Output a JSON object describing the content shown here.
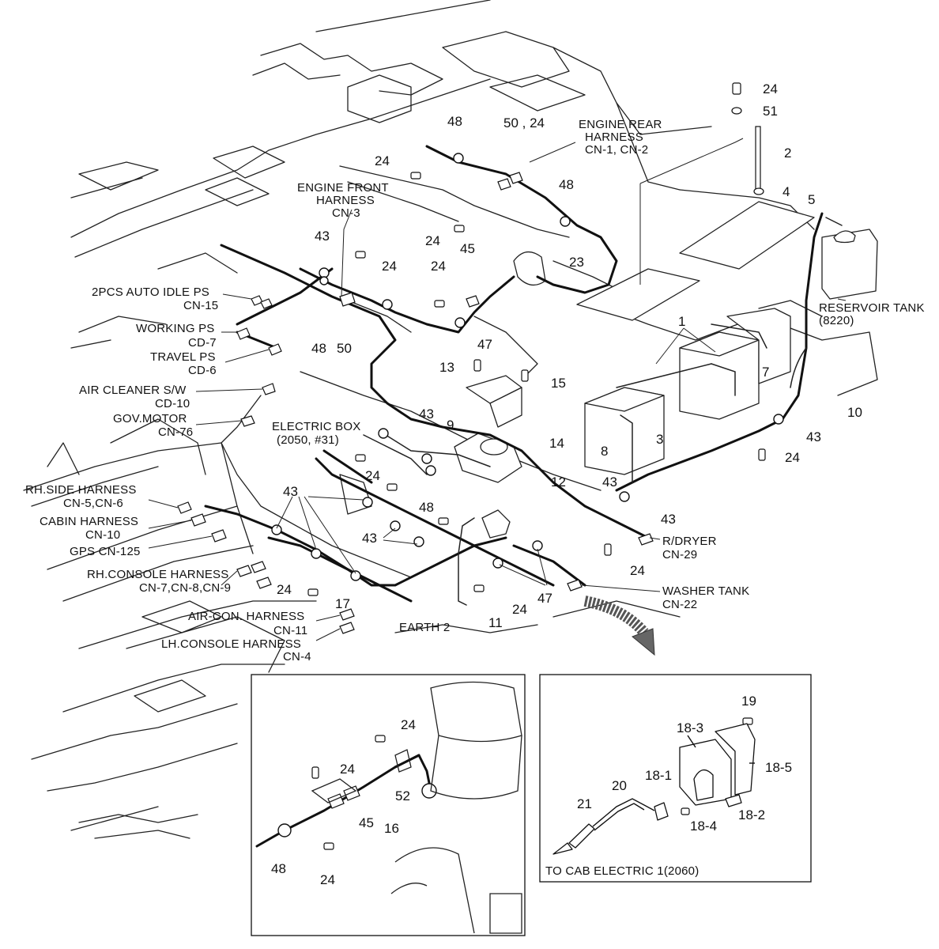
{
  "diagram": {
    "labels": {
      "engine_rear_harness": "ENGINE REAR",
      "engine_rear_harness_2": "HARNESS",
      "engine_rear_harness_3": "CN-1, CN-2",
      "engine_front_harness": "ENGINE FRONT",
      "engine_front_harness_2": "HARNESS",
      "engine_front_harness_3": "CN-3",
      "auto_idle_ps": "2PCS AUTO IDLE PS",
      "auto_idle_ps_2": "CN-15",
      "working_ps": "WORKING PS",
      "working_ps_2": "CD-7",
      "travel_ps": "TRAVEL PS",
      "travel_ps_2": "CD-6",
      "air_cleaner": "AIR CLEANER S/W",
      "air_cleaner_2": "CD-10",
      "gov_motor": "GOV.MOTOR",
      "gov_motor_2": "CN-76",
      "electric_box": "ELECTRIC BOX",
      "electric_box_2": "(2050, #31)",
      "rh_side_harness": "RH.SIDE HARNESS",
      "rh_side_harness_2": "CN-5,CN-6",
      "cabin_harness": "CABIN HARNESS",
      "cabin_harness_2": "CN-10",
      "gps": "GPS CN-125",
      "rh_console": "RH.CONSOLE HARNESS",
      "rh_console_2": "CN-7,CN-8,CN-9",
      "air_con": "AIR-CON. HARNESS",
      "air_con_2": "CN-11",
      "lh_console": "LH.CONSOLE HARNESS",
      "lh_console_2": "CN-4",
      "earth": "EARTH 2",
      "reservoir_tank": "RESERVOIR TANK",
      "reservoir_tank_2": "(8220)",
      "rdryer": "R/DRYER",
      "rdryer_2": "CN-29",
      "washer_tank": "WASHER TANK",
      "washer_tank_2": "CN-22",
      "to_cab": "TO CAB ELECTRIC 1(2060)"
    },
    "part_numbers": {
      "n24a": "24",
      "n51": "51",
      "n2": "2",
      "n4": "4",
      "n5": "5",
      "n48a": "48",
      "n5024": "50 , 24",
      "n24b": "24",
      "n48b": "48",
      "n24c": "24",
      "n43a": "43",
      "n24d": "24",
      "n24e": "24",
      "n45a": "45",
      "n23": "23",
      "n48c": "48",
      "n50": "50",
      "n47a": "47",
      "n1": "1",
      "n13": "13",
      "n15": "15",
      "n7": "7",
      "n10": "10",
      "n43b": "43",
      "n9": "9",
      "n14": "14",
      "n3": "3",
      "n8": "8",
      "n43c": "43",
      "n24f": "24",
      "n24g": "24",
      "n12": "12",
      "n48d": "48",
      "n43d": "43",
      "n43e": "43",
      "n43f": "43",
      "n43g": "43",
      "n24h": "24",
      "n24i": "24",
      "n17": "17",
      "n47b": "47",
      "n24j": "24",
      "n11": "11",
      "n24k": "24",
      "n24l": "24",
      "n52": "52",
      "n45b": "45",
      "n16": "16",
      "n48e": "48",
      "n24m": "24",
      "n19": "19",
      "n183": "18-3",
      "n185": "18-5",
      "n181": "18-1",
      "n20": "20",
      "n21": "21",
      "n182": "18-2",
      "n184": "18-4"
    }
  }
}
